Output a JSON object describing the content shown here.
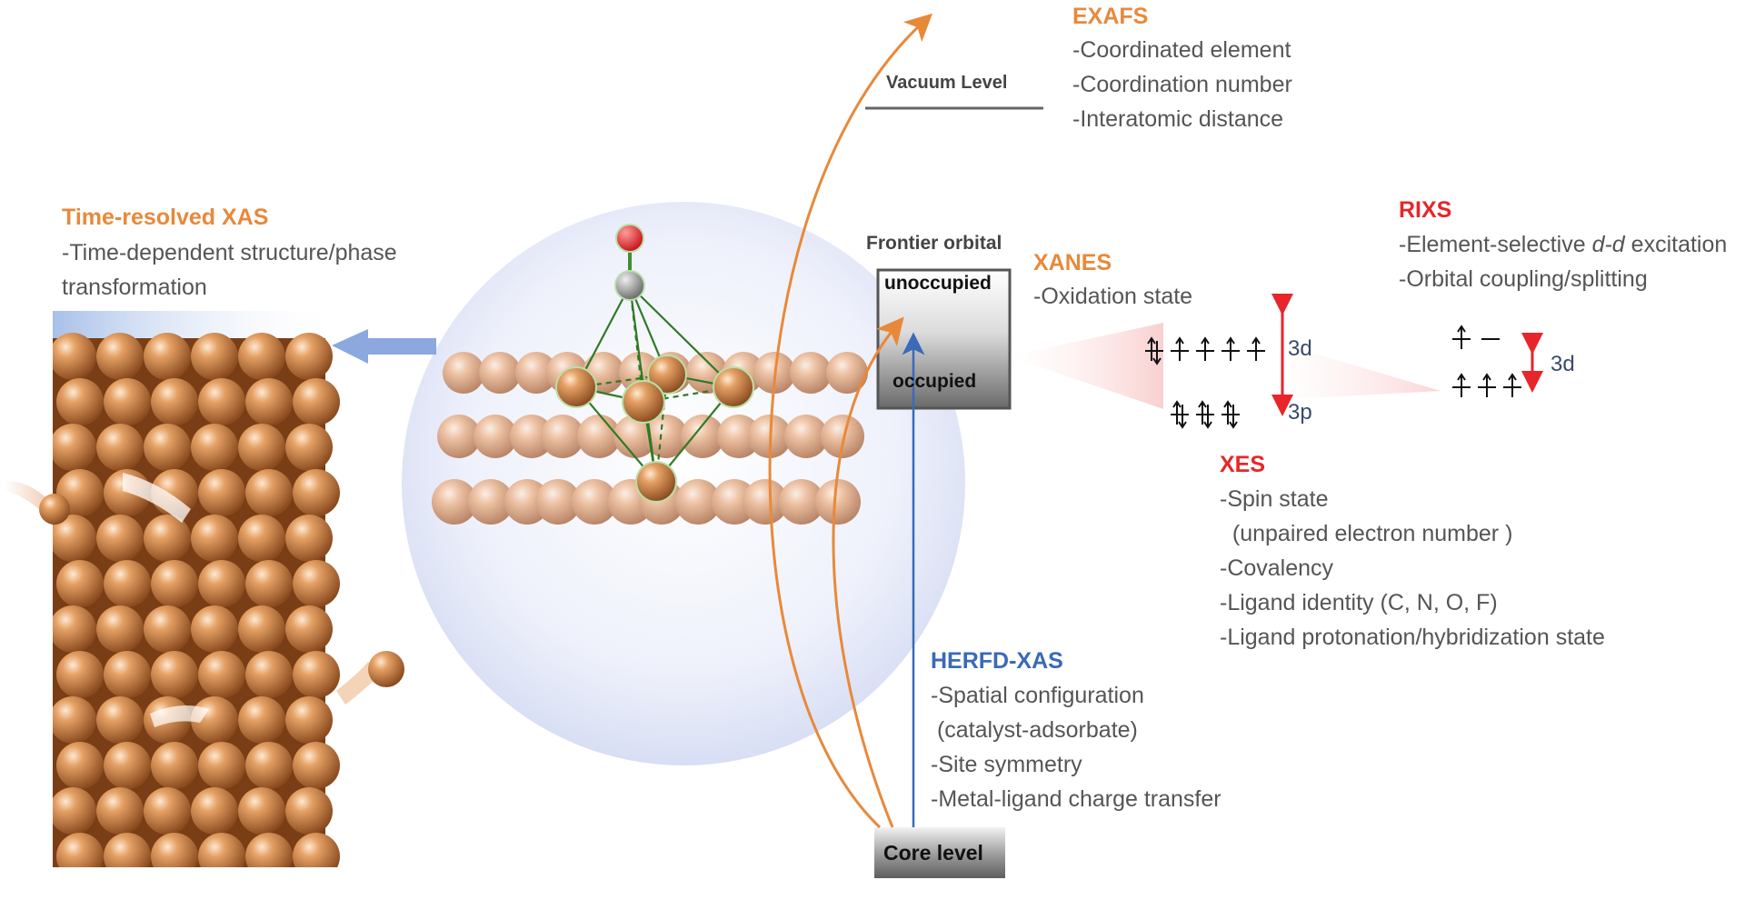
{
  "colors": {
    "orange": "#e8893a",
    "red": "#e8252a",
    "blue": "#3a6ab8",
    "copper": "#c8783a",
    "copper_light": "#e9b89a",
    "green": "#3f8f2e",
    "text_grey": "#555555"
  },
  "time_resolved": {
    "title": "Time-resolved XAS",
    "items": [
      "-Time-dependent structure/phase",
      "transformation"
    ]
  },
  "exafs": {
    "title": "EXAFS",
    "items": [
      "-Coordinated element",
      "-Coordination number",
      "-Interatomic distance"
    ]
  },
  "vacuum_level": "Vacuum Level",
  "frontier_orbital": "Frontier orbital",
  "unoccupied": "unoccupied",
  "occupied": "occupied",
  "xanes": {
    "title": "XANES",
    "items": [
      "-Oxidation state"
    ]
  },
  "rixs": {
    "title": "RIXS",
    "item1_pre": "-Element-selective ",
    "item1_em": "d-d",
    "item1_post": " excitation",
    "item2": "-Orbital coupling/splitting"
  },
  "xes": {
    "title": "XES",
    "items": [
      "-Spin state",
      "  (unpaired electron number )",
      "-Covalency",
      "-Ligand identity (C, N, O, F)",
      "-Ligand protonation/hybridization state"
    ]
  },
  "herfd": {
    "title": "HERFD-XAS",
    "items": [
      "-Spatial configuration",
      " (catalyst-adsorbate)",
      "-Site symmetry",
      "-Metal-ligand charge transfer"
    ]
  },
  "core_level": "Core level",
  "orbital_labels": {
    "xes_3d": "3d",
    "xes_3p": "3p",
    "rixs_3d": "3d"
  }
}
